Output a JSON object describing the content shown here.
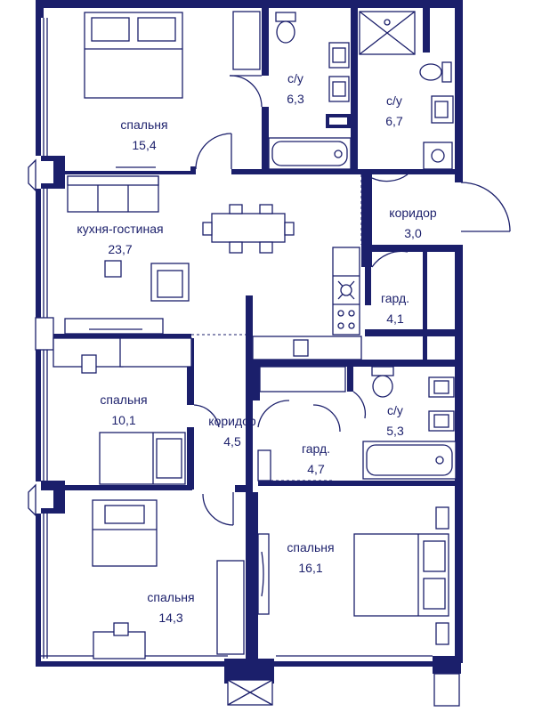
{
  "rooms": [
    {
      "name": "спальня",
      "area": "15,4"
    },
    {
      "name": "с/у",
      "area": "6,3"
    },
    {
      "name": "с/у",
      "area": "6,7"
    },
    {
      "name": "кухня-гостиная",
      "area": "23,7"
    },
    {
      "name": "коридор",
      "area": "3,0"
    },
    {
      "name": "гард.",
      "area": "4,1"
    },
    {
      "name": "спальня",
      "area": "10,1"
    },
    {
      "name": "коридор",
      "area": "4,5"
    },
    {
      "name": "гард.",
      "area": "4,7"
    },
    {
      "name": "с/у",
      "area": "5,3"
    },
    {
      "name": "спальня",
      "area": "16,1"
    },
    {
      "name": "спальня",
      "area": "14,3"
    }
  ],
  "colors": {
    "line": "#1b1f6b",
    "background": "#ffffff"
  }
}
